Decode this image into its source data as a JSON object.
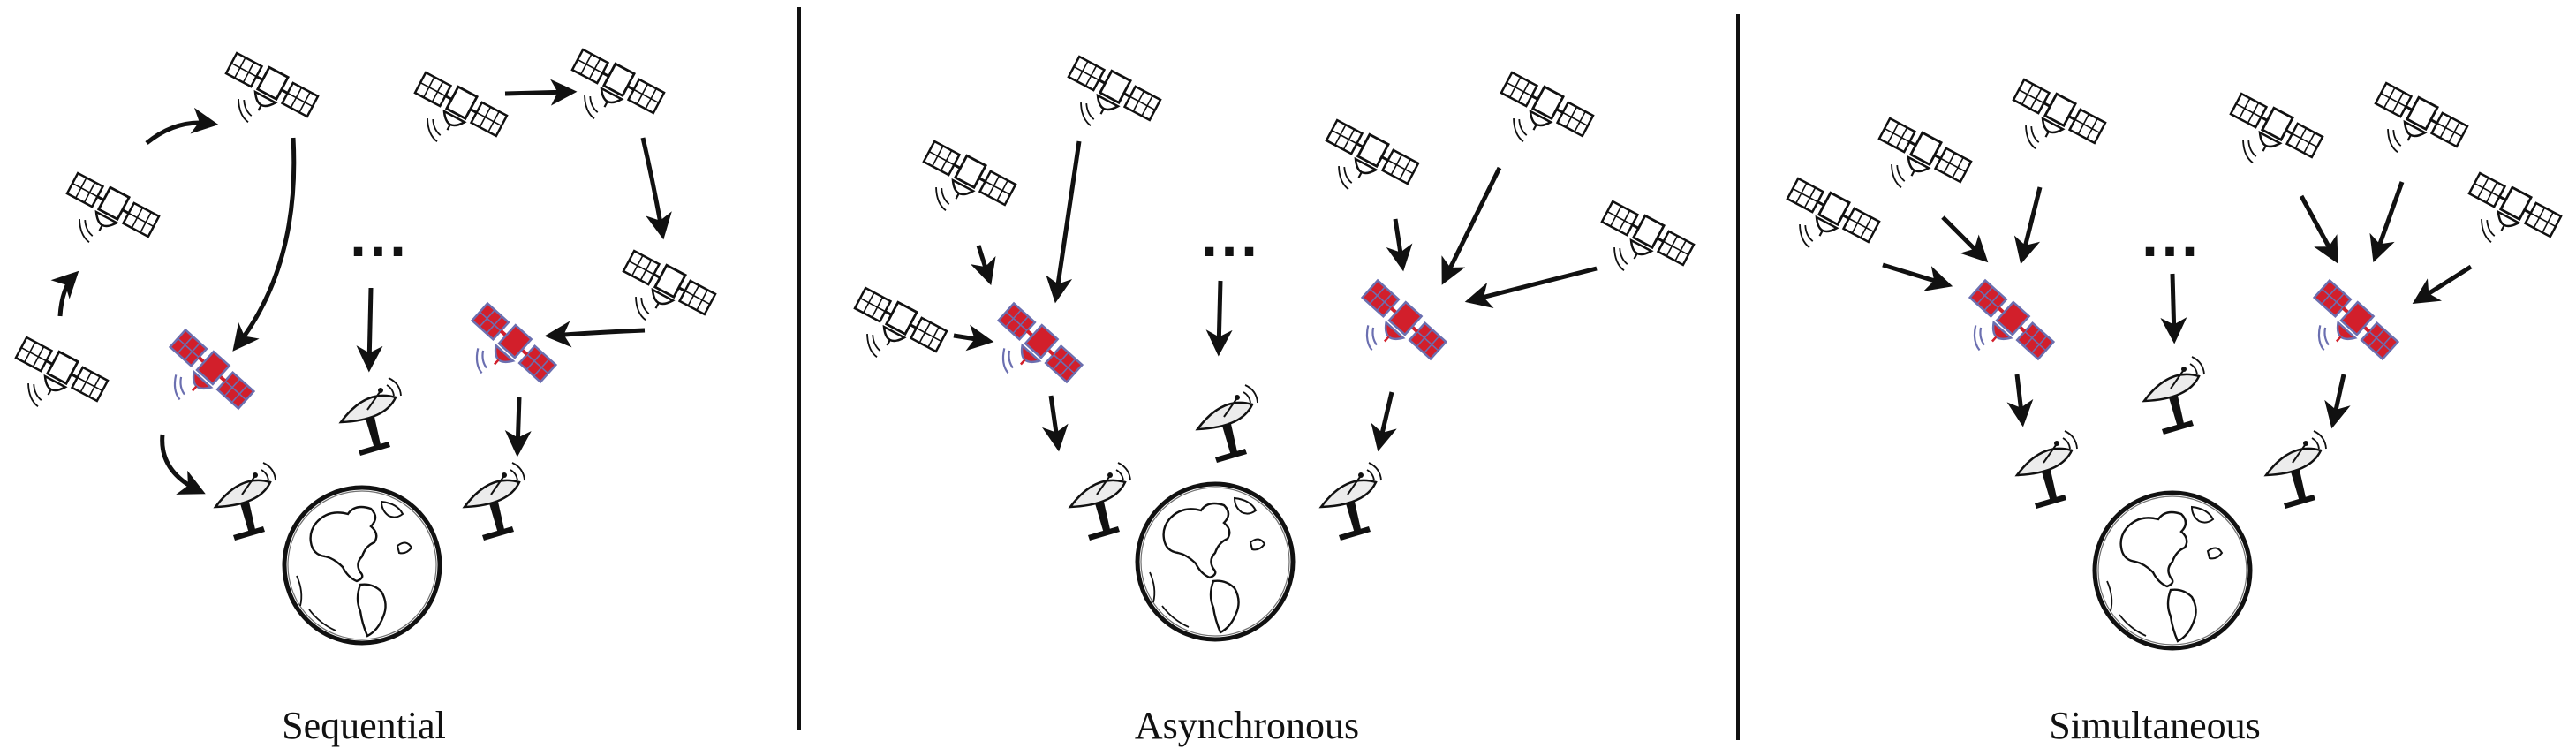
{
  "panels": [
    {
      "label": "Sequential",
      "ellipsis": "..."
    },
    {
      "label": "Asynchronous",
      "ellipsis": "..."
    },
    {
      "label": "Simultaneous",
      "ellipsis": "..."
    }
  ],
  "colors": {
    "ink": "#111111",
    "leader_fill": "#d21f2b",
    "leader_outline": "#6b6fb0",
    "panel_fill": "#ffffff",
    "dish_fill": "#ececec"
  },
  "icons": {
    "satellite": "satellite-icon",
    "leader_satellite": "leader-satellite-icon",
    "ground_station": "ground-station-icon",
    "earth": "earth-globe-icon",
    "arrow": "arrow-icon"
  }
}
